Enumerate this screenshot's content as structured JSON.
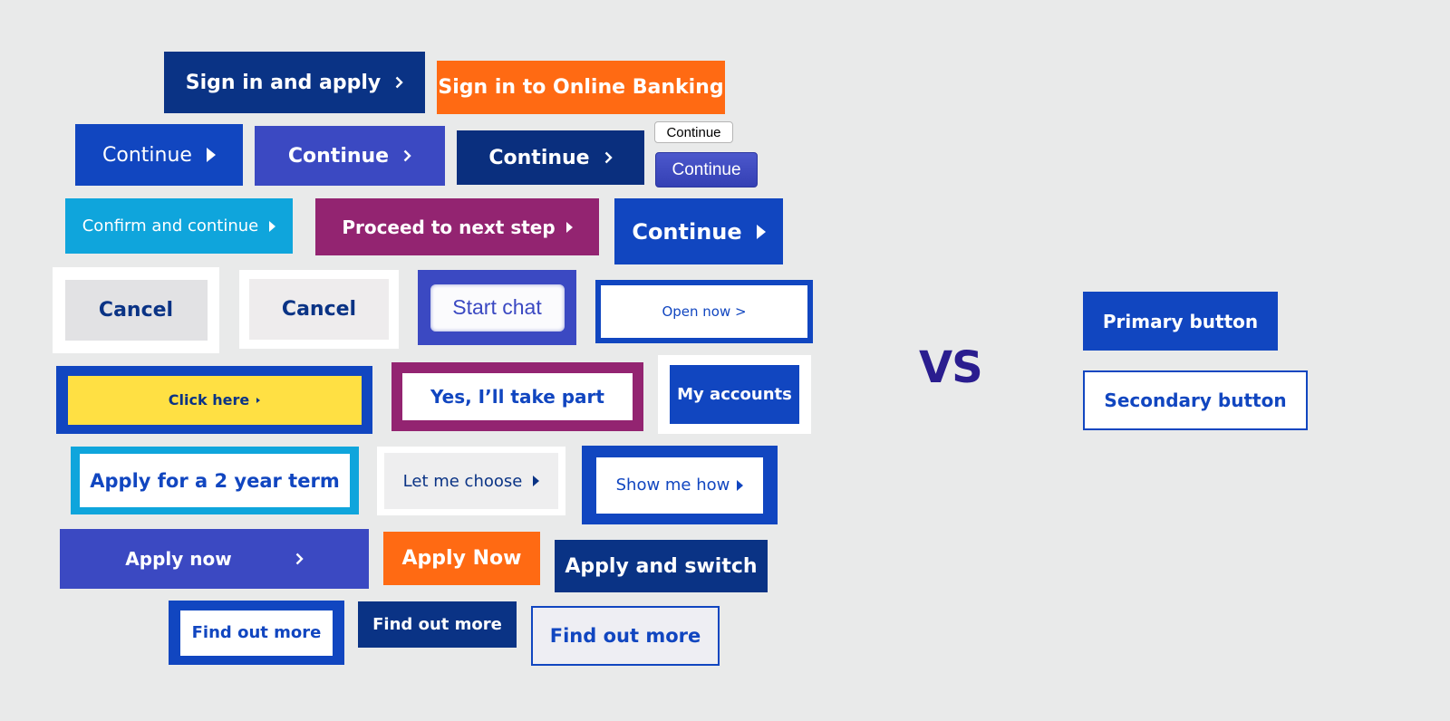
{
  "variants": {
    "sign_in_apply": "Sign in and apply",
    "sign_in_online_banking": "Sign in to Online Banking",
    "continue_1": "Continue",
    "continue_2": "Continue",
    "continue_3": "Continue",
    "continue_native": "Continue",
    "continue_gloss": "Continue",
    "confirm_continue": "Confirm and continue",
    "proceed_next": "Proceed to next step",
    "continue_big": "Continue",
    "cancel_1": "Cancel",
    "cancel_2": "Cancel",
    "start_chat": "Start chat",
    "open_now": "Open now >",
    "click_here": "Click here",
    "yes_take_part": "Yes, I’ll take part",
    "my_accounts": "My accounts",
    "apply_2_year": "Apply for a 2 year term",
    "let_me_choose": "Let me choose",
    "show_me_how": "Show me how",
    "apply_now_1": "Apply now",
    "apply_now_2": "Apply Now",
    "apply_switch": "Apply and switch",
    "find_out_more_1": "Find out more",
    "find_out_more_2": "Find out more",
    "find_out_more_3": "Find out more"
  },
  "vs_label": "VS",
  "standard": {
    "primary": "Primary button",
    "secondary": "Secondary button"
  },
  "icons": [
    "chevron-right-icon",
    "triangle-right-icon"
  ],
  "colors": {
    "background": "#e9eaea",
    "navy": "#0a3385",
    "royal": "#1146c0",
    "indigo": "#3b49c2",
    "orange": "#ff6a13",
    "cyan": "#0fa5dc",
    "magenta": "#932471",
    "yellow": "#ffe043",
    "vs": "#2a1d8f"
  }
}
